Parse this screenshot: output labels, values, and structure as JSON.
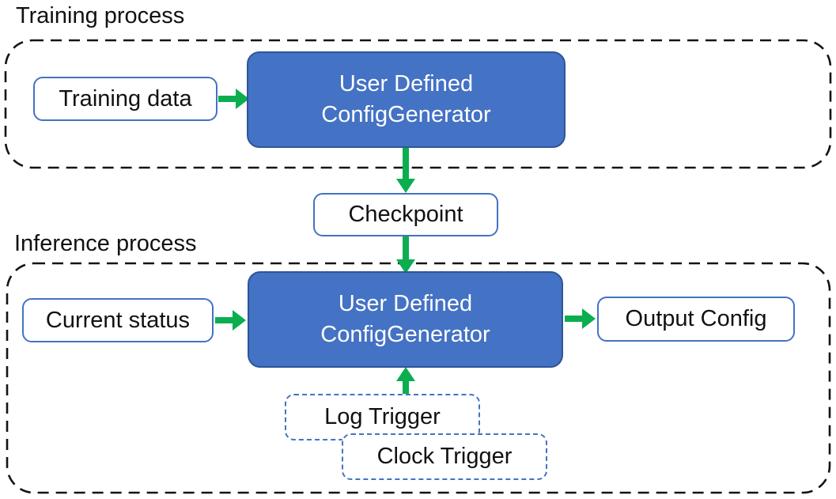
{
  "colors": {
    "box_blue": "#4472C4",
    "box_blue_border": "#2F5597",
    "light_box_border": "#4472C4",
    "arrow_green": "#0AAE4F",
    "container_border": "#141414"
  },
  "training": {
    "heading": "Training process",
    "input_box": "Training data",
    "generator_line1": "User Defined",
    "generator_line2": "ConfigGenerator"
  },
  "checkpoint": {
    "label": "Checkpoint"
  },
  "inference": {
    "heading": "Inference process",
    "input_box": "Current status",
    "generator_line1": "User Defined",
    "generator_line2": "ConfigGenerator",
    "output_box": "Output Config",
    "log_trigger": "Log Trigger",
    "clock_trigger": "Clock Trigger"
  }
}
